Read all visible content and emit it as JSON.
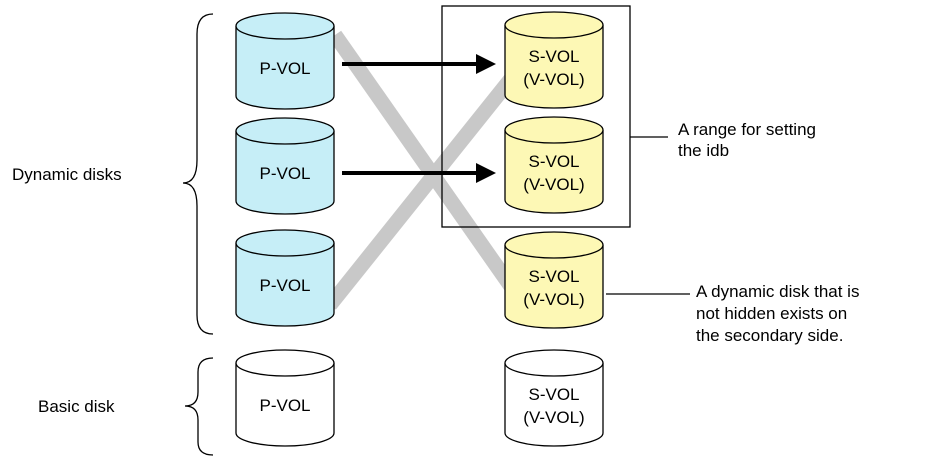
{
  "colors": {
    "primary_fill": "#c6eef7",
    "secondary_fill": "#fdf8b5",
    "basic_fill": "#ffffff",
    "outline": "#000000",
    "cross_line": "#c8c8c8"
  },
  "left_group": {
    "dynamic_label": "Dynamic disks",
    "basic_label": "Basic disk"
  },
  "primary_disks": [
    {
      "label": "P-VOL",
      "kind": "dynamic"
    },
    {
      "label": "P-VOL",
      "kind": "dynamic"
    },
    {
      "label": "P-VOL",
      "kind": "dynamic"
    },
    {
      "label": "P-VOL",
      "kind": "basic"
    }
  ],
  "secondary_disks": [
    {
      "line1": "S-VOL",
      "line2": "(V-VOL)",
      "kind": "dynamic"
    },
    {
      "line1": "S-VOL",
      "line2": "(V-VOL)",
      "kind": "dynamic"
    },
    {
      "line1": "S-VOL",
      "line2": "(V-VOL)",
      "kind": "dynamic"
    },
    {
      "line1": "S-VOL",
      "line2": "(V-VOL)",
      "kind": "basic"
    }
  ],
  "callouts": {
    "idb_range": [
      "A range for setting",
      "the idb"
    ],
    "hidden_note": [
      "A dynamic disk that is",
      "not hidden exists on",
      "the secondary side."
    ]
  }
}
